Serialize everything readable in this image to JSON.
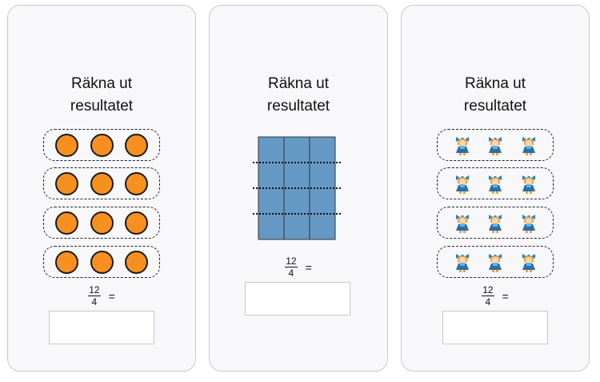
{
  "cards": [
    {
      "title_line1": "Räkna ut",
      "title_line2": "resultatet",
      "visual": "orange-circles",
      "groups": 4,
      "items_per_group": 3,
      "item_color": "#f7901e",
      "fraction": {
        "numerator": "12",
        "denominator": "4"
      },
      "equals": "="
    },
    {
      "title_line1": "Räkna ut",
      "title_line2": "resultatet",
      "visual": "grid-divided",
      "grid_columns": 3,
      "grid_rows": 4,
      "grid_color": "#6499c6",
      "fraction": {
        "numerator": "12",
        "denominator": "4"
      },
      "equals": "="
    },
    {
      "title_line1": "Räkna ut",
      "title_line2": "resultatet",
      "visual": "doll-icons",
      "groups": 4,
      "items_per_group": 3,
      "fraction": {
        "numerator": "12",
        "denominator": "4"
      },
      "equals": "="
    }
  ]
}
